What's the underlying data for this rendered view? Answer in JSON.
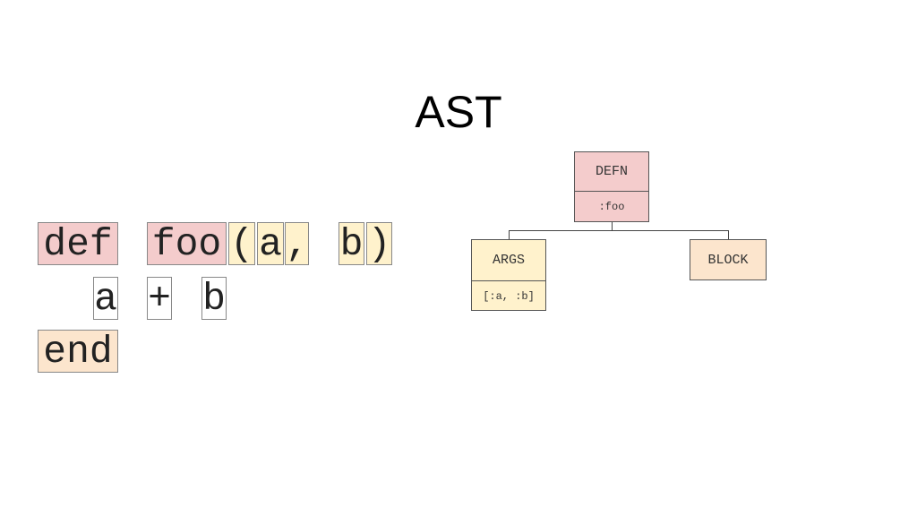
{
  "title": "AST",
  "code": {
    "line1": {
      "kw_def": "def",
      "name": "foo",
      "lparen": "(",
      "arg_a": "a",
      "comma": ",",
      "arg_b": "b",
      "rparen": ")"
    },
    "line2": {
      "a": "a",
      "plus": "+",
      "b": "b"
    },
    "line3": {
      "kw_end": "end"
    }
  },
  "tree": {
    "defn": {
      "label": "DEFN",
      "value": ":foo"
    },
    "args": {
      "label": "ARGS",
      "value": "[:a, :b]"
    },
    "block": {
      "label": "BLOCK"
    }
  },
  "colors": {
    "defn": "#f4cccc",
    "args": "#fff2cc",
    "block": "#fce5cd"
  }
}
